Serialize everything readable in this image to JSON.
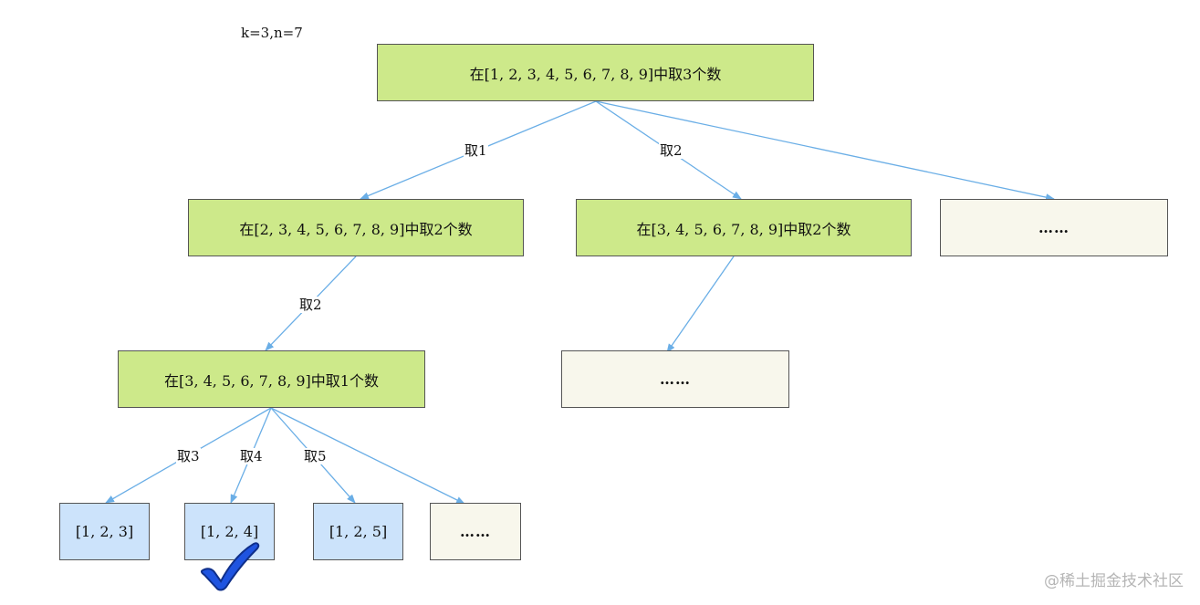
{
  "note": "k=3,n=7",
  "nodes": {
    "root": "在[1, 2, 3, 4, 5, 6, 7, 8, 9]中取3个数",
    "l1_a": "在[2, 3, 4, 5, 6, 7, 8, 9]中取2个数",
    "l1_b": "在[3, 4, 5, 6, 7, 8, 9]中取2个数",
    "l1_c": "……",
    "l2_a": "在[3, 4, 5, 6, 7, 8, 9]中取1个数",
    "l2_b": "……",
    "leaf_1": "[1, 2, 3]",
    "leaf_2": "[1, 2, 4]",
    "leaf_3": "[1, 2, 5]",
    "leaf_4": "……"
  },
  "edge_labels": {
    "root_to_l1_a": "取1",
    "root_to_l1_b": "取2",
    "l1_a_to_l2_a": "取2",
    "l2_a_to_leaf_1": "取3",
    "l2_a_to_leaf_2": "取4",
    "l2_a_to_leaf_3": "取5"
  },
  "colors": {
    "green_fill": "#cde98a",
    "blue_fill": "#cce3fb",
    "beige_fill": "#f8f7ec",
    "edge": "#6aaee6",
    "check": "#1f54e0"
  },
  "checkmark": "check-icon",
  "watermark": "@稀土掘金技术社区"
}
